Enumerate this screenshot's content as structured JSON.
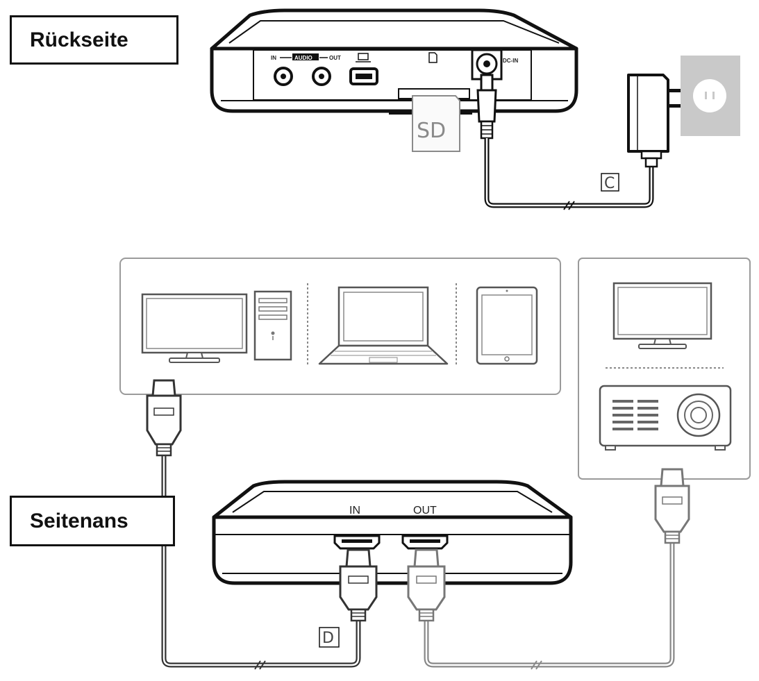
{
  "labels": {
    "back_view": "Rückseite",
    "side_view": "Seitenans"
  },
  "back_panel": {
    "audio_in": "IN",
    "audio_title": "AUDIO",
    "audio_out": "OUT",
    "dc_in": "DC-IN",
    "sd_card": "SD",
    "usb_icon": "usb-icon",
    "sd_slot_icon": "sd-slot-icon"
  },
  "side_panel": {
    "hdmi_in": "IN",
    "hdmi_out": "OUT"
  },
  "tags": {
    "power_cable": "C",
    "hdmi_cable": "D"
  },
  "sources": [
    "desktop-computer",
    "laptop",
    "tablet"
  ],
  "outputs": [
    "monitor",
    "projector"
  ]
}
